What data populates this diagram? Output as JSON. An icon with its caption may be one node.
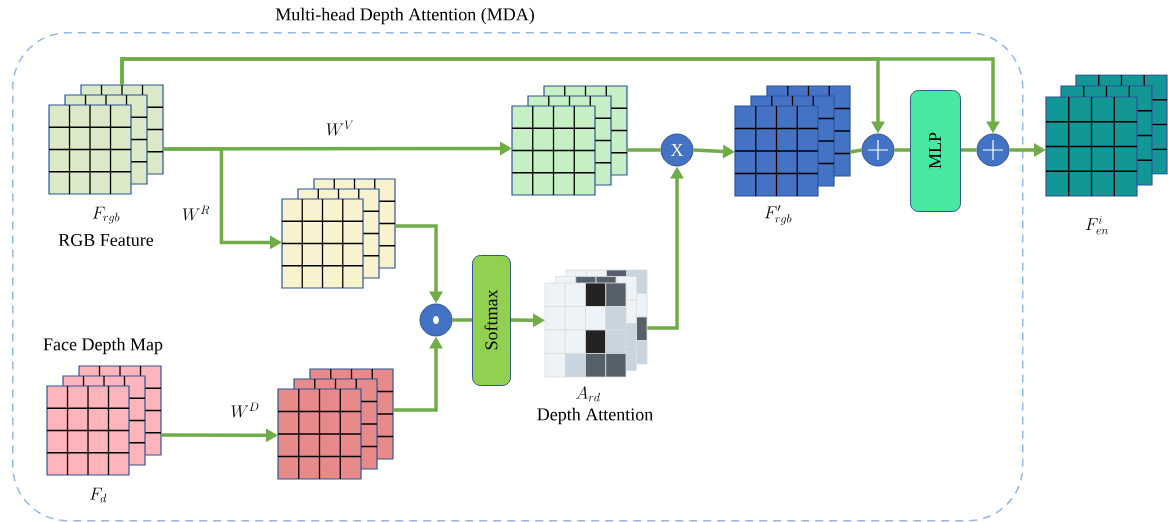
{
  "diagram": {
    "title": "Multi-head Depth Attention (MDA)",
    "nodes": [
      {
        "text": [],
        "shape": "box"
      },
      {
        "text": [
          "F_{rgb}",
          "RGB Feature"
        ],
        "in": 0
      },
      {
        "text": [],
        "shape": "box",
        "in": 0
      },
      {
        "text": [
          "X"
        ],
        "in": 0
      },
      {
        "text": [
          "F'_{rgb}"
        ],
        "in": 0
      },
      {
        "text": [],
        "shape": "circle",
        "in": 0
      },
      {
        "text": [
          "MLP"
        ],
        "in": 0
      },
      {
        "text": [],
        "shape": "circle",
        "in": 0
      },
      {
        "text": [
          "F_{en}^{i}"
        ]
      },
      {
        "text": [],
        "shape": "box",
        "in": 0
      },
      {
        "text": [],
        "shape": "circle",
        "in": 0
      },
      {
        "text": [
          "Softmax"
        ],
        "in": 0
      },
      {
        "text": [
          "A_{rd}",
          "Depth Attention"
        ],
        "in": 0
      },
      {
        "text": [
          "Face Depth Map",
          "F_d"
        ],
        "in": 0
      },
      {
        "text": [],
        "shape": "box",
        "in": 0
      }
    ],
    "edges": [
      {
        "from": 1,
        "to": 2,
        "arrow": "to",
        "label": "W^V"
      },
      {
        "from": 1,
        "to": 9,
        "arrow": "to",
        "label": "W^R"
      },
      {
        "from": 1,
        "to": 5,
        "arrow": "to"
      },
      {
        "from": 1,
        "to": 7,
        "arrow": "to"
      },
      {
        "from": 2,
        "to": 3,
        "arrow": "none"
      },
      {
        "from": 3,
        "to": 4,
        "arrow": "to"
      },
      {
        "from": 4,
        "to": 5,
        "arrow": "none"
      },
      {
        "from": 5,
        "to": 6,
        "arrow": "none"
      },
      {
        "from": 6,
        "to": 7,
        "arrow": "none"
      },
      {
        "from": 7,
        "to": 8,
        "arrow": "to"
      },
      {
        "from": 9,
        "to": 10,
        "arrow": "to"
      },
      {
        "from": 14,
        "to": 10,
        "arrow": "to"
      },
      {
        "from": 10,
        "to": 11,
        "arrow": "none"
      },
      {
        "from": 11,
        "to": 12,
        "arrow": "to"
      },
      {
        "from": 12,
        "to": 3,
        "arrow": "to"
      },
      {
        "from": 13,
        "to": 14,
        "arrow": "to",
        "label": "W^D"
      }
    ]
  }
}
